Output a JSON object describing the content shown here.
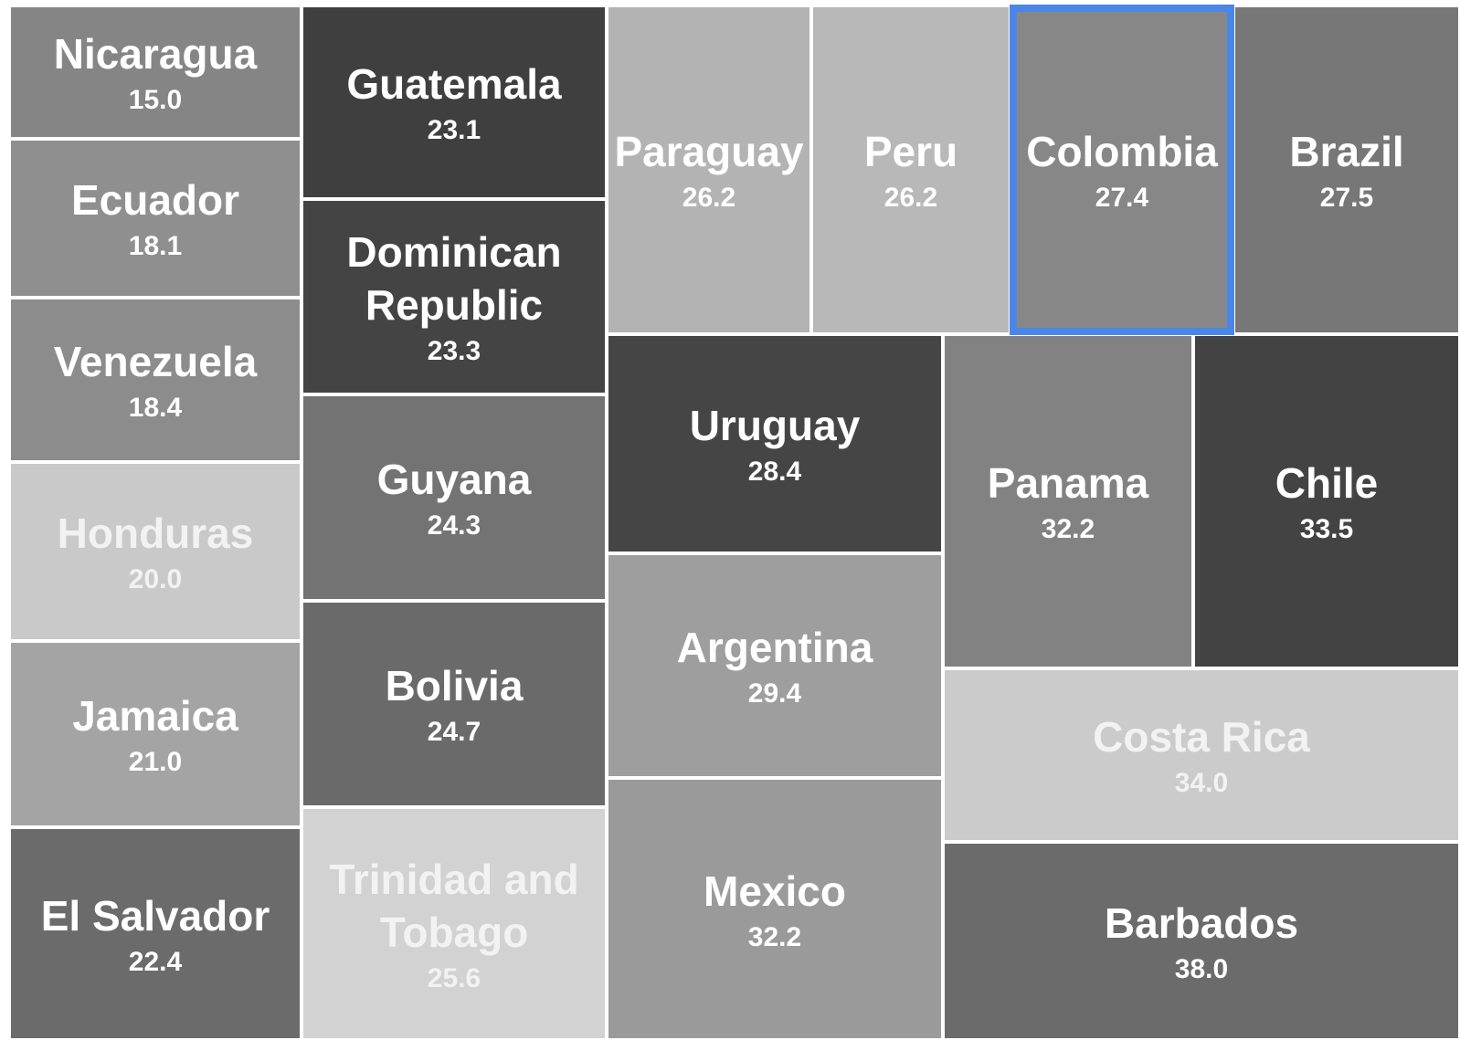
{
  "chart_data": {
    "type": "treemap",
    "selection_color": "#4a86e8",
    "selected": "Colombia",
    "items": [
      {
        "name": "Nicaragua",
        "value": "15.0",
        "color": "#858585"
      },
      {
        "name": "Ecuador",
        "value": "18.1",
        "color": "#8f8f8f"
      },
      {
        "name": "Venezuela",
        "value": "18.4",
        "color": "#8c8c8c"
      },
      {
        "name": "Honduras",
        "value": "20.0",
        "color": "#c9c9c9"
      },
      {
        "name": "Jamaica",
        "value": "21.0",
        "color": "#a4a4a4"
      },
      {
        "name": "El Salvador",
        "value": "22.4",
        "color": "#6b6b6b"
      },
      {
        "name": "Guatemala",
        "value": "23.1",
        "color": "#3f3f3f"
      },
      {
        "name": "Dominican\nRepublic",
        "value": "23.3",
        "color": "#444444"
      },
      {
        "name": "Guyana",
        "value": "24.3",
        "color": "#737373"
      },
      {
        "name": "Bolivia",
        "value": "24.7",
        "color": "#6a6a6a"
      },
      {
        "name": "Trinidad and\nTobago",
        "value": "25.6",
        "color": "#d2d2d2"
      },
      {
        "name": "Paraguay",
        "value": "26.2",
        "color": "#b3b3b3"
      },
      {
        "name": "Peru",
        "value": "26.2",
        "color": "#b8b8b8"
      },
      {
        "name": "Colombia",
        "value": "27.4",
        "color": "#878787"
      },
      {
        "name": "Brazil",
        "value": "27.5",
        "color": "#777777"
      },
      {
        "name": "Uruguay",
        "value": "28.4",
        "color": "#454545"
      },
      {
        "name": "Argentina",
        "value": "29.4",
        "color": "#9e9e9e"
      },
      {
        "name": "Mexico",
        "value": "32.2",
        "color": "#9a9a9a"
      },
      {
        "name": "Panama",
        "value": "32.2",
        "color": "#828282"
      },
      {
        "name": "Chile",
        "value": "33.5",
        "color": "#434343"
      },
      {
        "name": "Costa Rica",
        "value": "34.0",
        "color": "#cbcbcb"
      },
      {
        "name": "Barbados",
        "value": "38.0",
        "color": "#6b6b6b"
      }
    ]
  }
}
